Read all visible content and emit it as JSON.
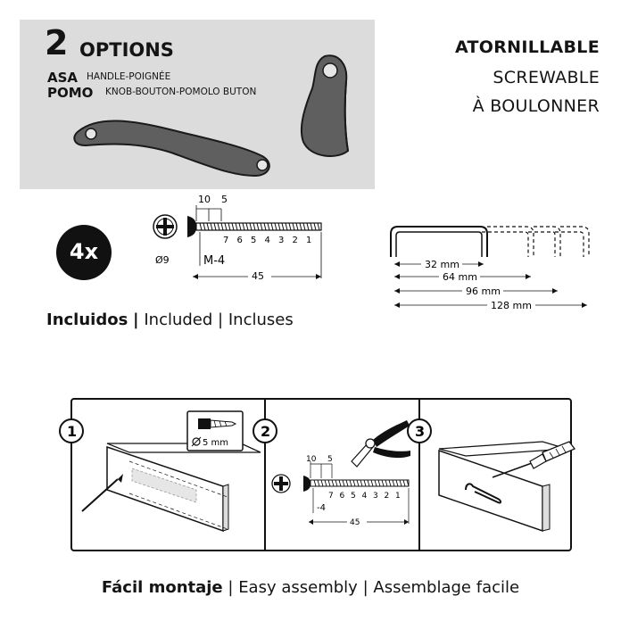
{
  "options": {
    "number": "2",
    "word": "OPTIONS",
    "asa_label": "ASA",
    "asa_desc": "HANDLE-POIGNÉE",
    "pomo_label": "POMO",
    "pomo_desc": "KNOB-BOUTON-POMOLO BUTON"
  },
  "screw_type": {
    "line1": "ATORNILLABLE",
    "line2": "SCREWABLE",
    "line3": "À BOULONNER"
  },
  "quantity": "4x",
  "screw_diagram": {
    "head_diameter": "Ø9",
    "thread": "M-4",
    "length": "45",
    "segment_a": "10",
    "segment_b": "5",
    "break_marks": [
      "7",
      "6",
      "5",
      "4",
      "3",
      "2",
      "1"
    ]
  },
  "handle_sizes": [
    "32 mm",
    "64 mm",
    "96 mm",
    "128 mm"
  ],
  "included": {
    "es": "Incluidos",
    "en": "Included",
    "fr": "Incluses",
    "sep": "|"
  },
  "steps": {
    "step1": "1",
    "step2": "2",
    "step3": "3",
    "drill_size": "5 mm",
    "step2_thread": "-4",
    "step2_length": "45",
    "step2_segment_a": "10",
    "step2_segment_b": "5",
    "step2_break_marks": [
      "7",
      "6",
      "5",
      "4",
      "3",
      "2",
      "1"
    ]
  },
  "assembly": {
    "es": "Fácil montaje",
    "en": "Easy assembly",
    "fr": "Assemblage facile",
    "sep": "|"
  },
  "colors": {
    "panel": "#dcdcdc",
    "leather": "#5f5f5f",
    "ink": "#141414"
  }
}
